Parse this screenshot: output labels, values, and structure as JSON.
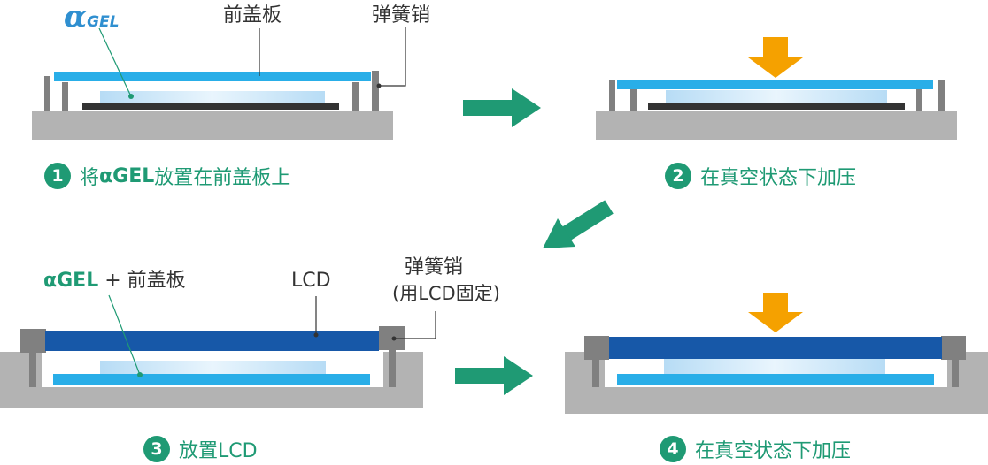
{
  "logo": {
    "alpha": "α",
    "gel": "GEL"
  },
  "labels": {
    "front_panel": "前盖板",
    "spring_pin": "弹簧销",
    "lcd": "LCD",
    "spring_pin_2": "弹簧销",
    "spring_pin_2_note": "(用LCD固定)",
    "agel_plus_panel_prefix": "αGEL",
    "agel_plus_panel_suffix": " + 前盖板"
  },
  "steps": [
    {
      "num": "1",
      "prefix": "将 ",
      "highlight": "αGEL",
      "suffix": " 放置在前盖板上"
    },
    {
      "num": "2",
      "text": "在真空状态下加压"
    },
    {
      "num": "3",
      "text": "放置LCD"
    },
    {
      "num": "4",
      "text": "在真空状态下加压"
    }
  ],
  "colors": {
    "accent_green": "#1f9a74",
    "panel_light_blue": "#29aee8",
    "lcd_dark_blue": "#1758a8",
    "gel_pale_blue": "#bfe0f7",
    "base_gray": "#b3b3b3",
    "pin_gray": "#808080",
    "press_orange": "#f5a100"
  }
}
